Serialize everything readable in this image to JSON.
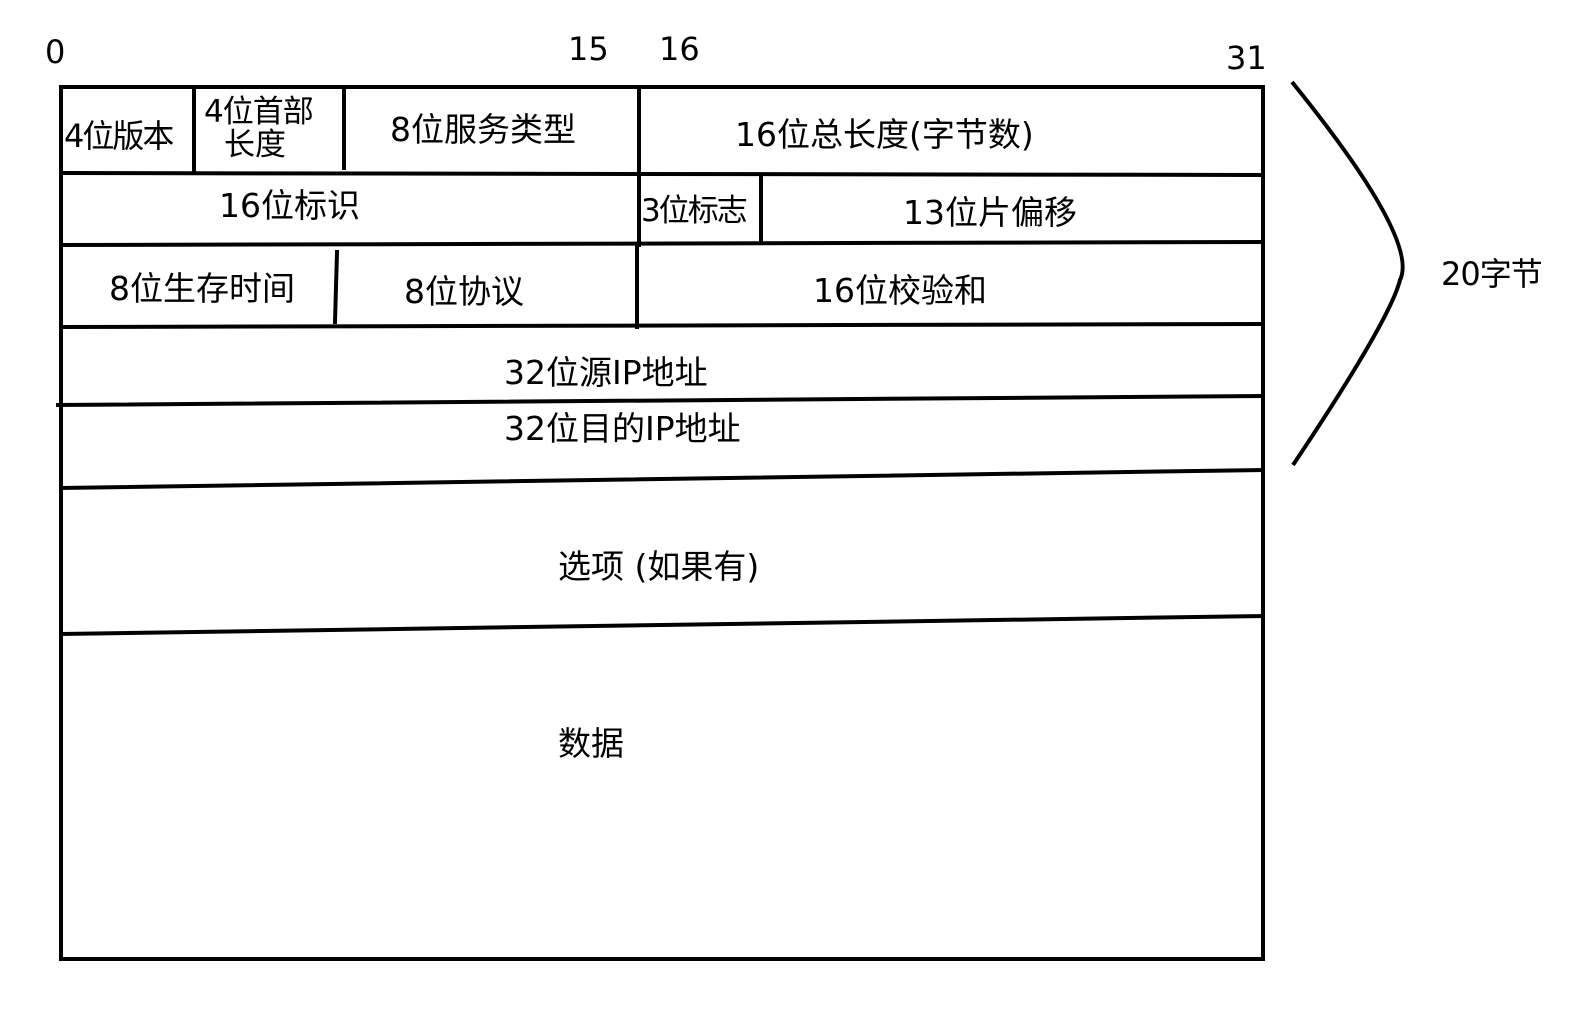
{
  "bit_markers": {
    "start": "0",
    "end_first_half": "15",
    "start_second_half": "16",
    "end": "31"
  },
  "header": {
    "row1": {
      "version": "4位版本",
      "header_length_line1": "4位首部",
      "header_length_line2": "长度",
      "service_type": "8位服务类型",
      "total_length": "16位总长度(字节数)"
    },
    "row2": {
      "identification": "16位标识",
      "flags": "3位标志",
      "fragment_offset": "13位片偏移"
    },
    "row3": {
      "ttl": "8位生存时间",
      "protocol": "8位协议",
      "checksum": "16位校验和"
    },
    "row4": {
      "source_ip": "32位源IP地址"
    },
    "row5": {
      "dest_ip": "32位目的IP地址"
    }
  },
  "options": "选项 (如果有)",
  "payload": "数据",
  "header_size_label": "20字节"
}
